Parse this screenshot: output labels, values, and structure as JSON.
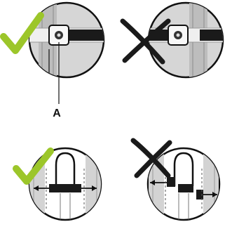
{
  "callout": {
    "label": "A"
  },
  "panels": [
    {
      "status": "correct",
      "icon": "green-check-icon"
    },
    {
      "status": "incorrect",
      "icon": "black-cross-icon"
    },
    {
      "status": "correct",
      "icon": "green-check-icon"
    },
    {
      "status": "incorrect",
      "icon": "black-cross-icon"
    }
  ],
  "colors": {
    "check": "#9cc62a",
    "cross": "#1a1a1a",
    "circle_fill": "#d6d6d6",
    "outline": "#111111",
    "bar": "#1a1a1a"
  }
}
